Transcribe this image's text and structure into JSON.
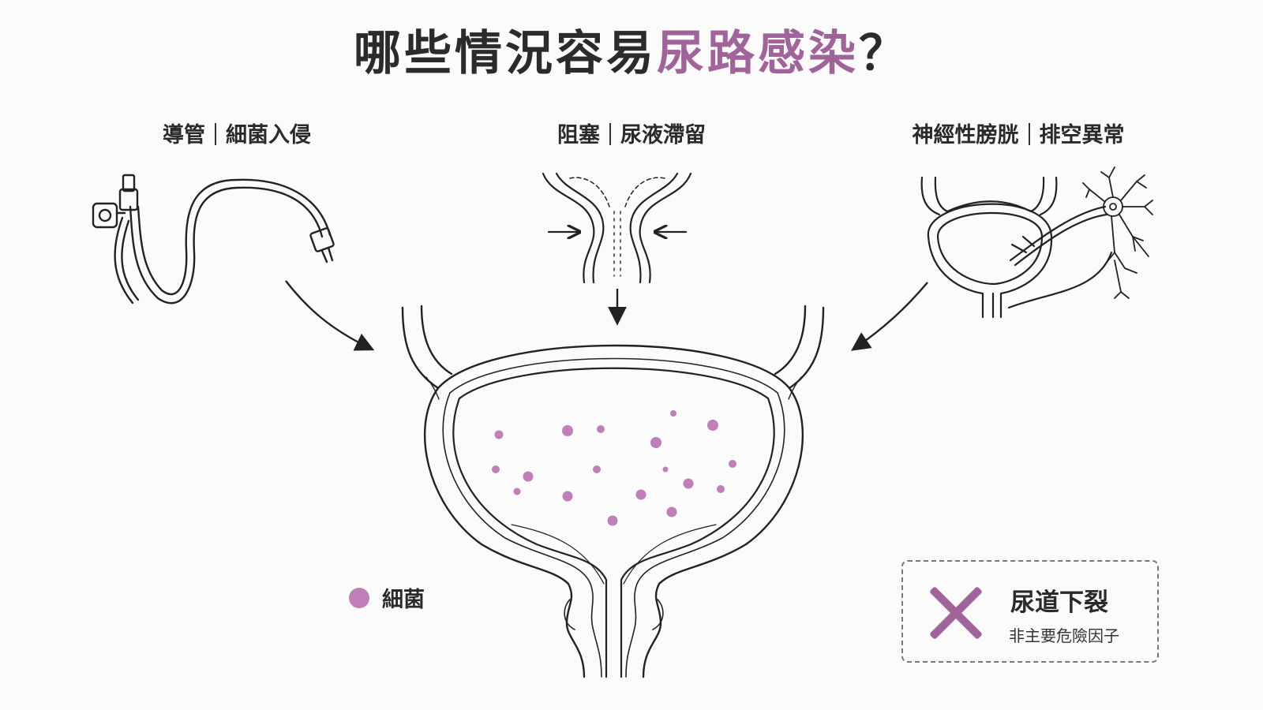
{
  "title": {
    "prefix": "哪些情況容易",
    "highlight": "尿路感染",
    "suffix": "？"
  },
  "causes": [
    {
      "main": "導管",
      "detail": "細菌入侵"
    },
    {
      "main": "阻塞",
      "detail": "尿液滯留"
    },
    {
      "main": "神經性膀胱",
      "detail": "排空異常"
    }
  ],
  "legend": {
    "label": "細菌"
  },
  "note": {
    "title": "尿道下裂",
    "subtitle": "非主要危險因子",
    "icon": "x-mark-icon"
  },
  "colors": {
    "accent": "#a0639a",
    "bacteria": "#c07fb8",
    "line": "#222222"
  },
  "icons": [
    "catheter-icon",
    "obstruction-icon",
    "neurogenic-bladder-icon",
    "neuron-icon",
    "bladder-icon",
    "x-mark-icon"
  ]
}
